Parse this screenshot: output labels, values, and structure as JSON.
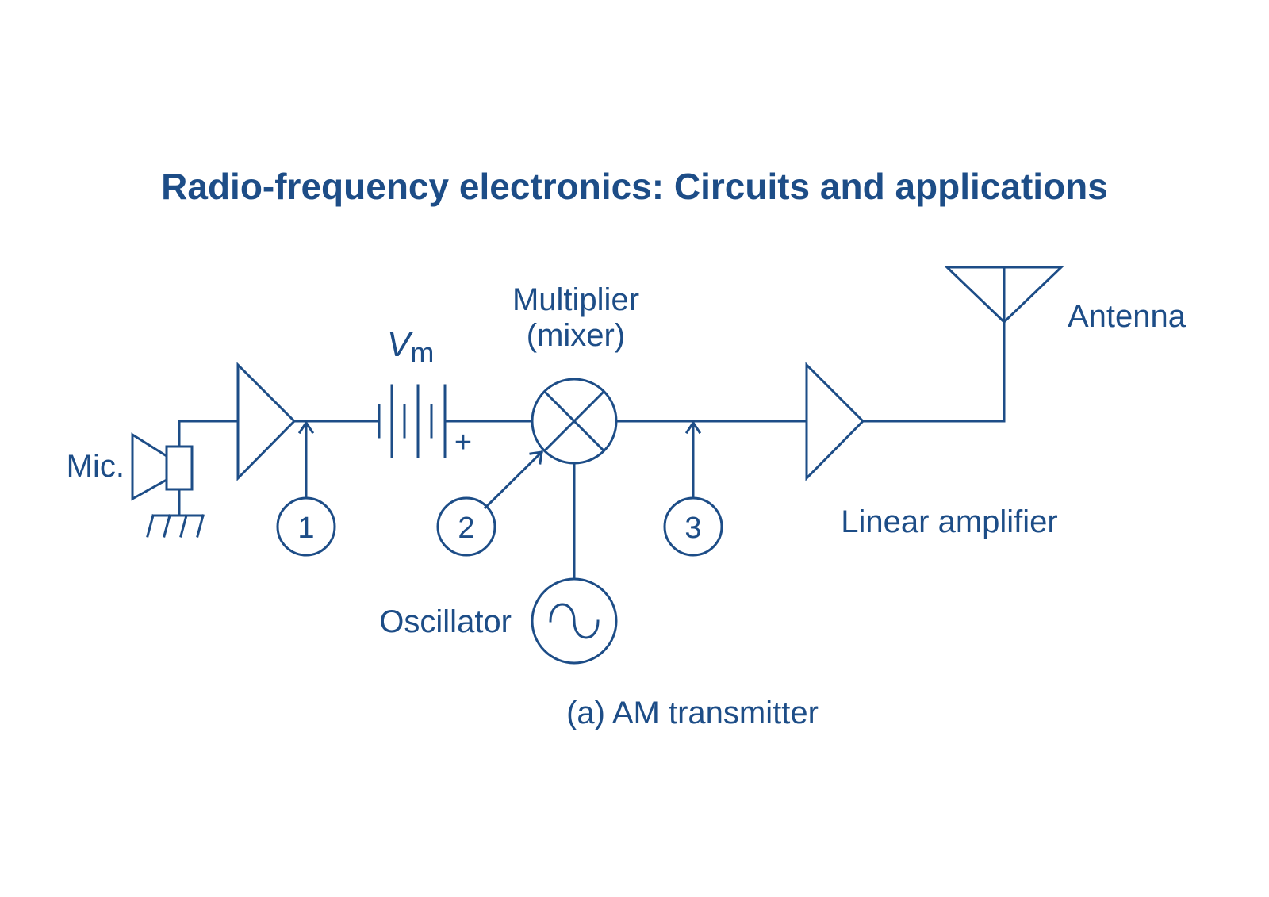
{
  "title": "Radio-frequency electronics: Circuits and applications",
  "caption": "(a) AM transmitter",
  "labels": {
    "mic": "Mic.",
    "vm_symbol": "V",
    "vm_subscript": "m",
    "plus_sign": "+",
    "multiplier_line1": "Multiplier",
    "multiplier_line2": "(mixer)",
    "antenna": "Antenna",
    "linear_amplifier": "Linear amplifier",
    "oscillator": "Oscillator"
  },
  "test_points": [
    "1",
    "2",
    "3"
  ],
  "colors": {
    "ink": "#1d4d87",
    "background": "#ffffff"
  }
}
